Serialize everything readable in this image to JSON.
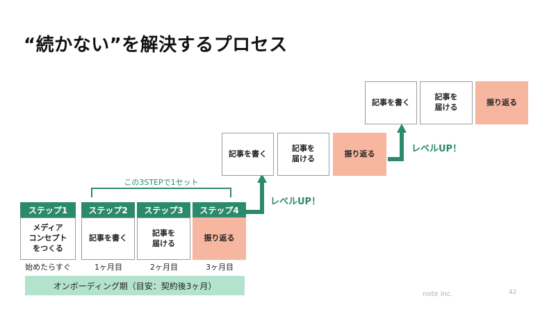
{
  "title": "“続かない”を解決するプロセス",
  "bracket_label": "この3STEPで1セット",
  "steps": [
    {
      "header": "ステップ1",
      "content": "メディア\nコンセプト\nをつくる",
      "time": "始めたらすぐ"
    },
    {
      "header": "ステップ2",
      "content": "記事を書く",
      "time": "1ヶ月目"
    },
    {
      "header": "ステップ3",
      "content": "記事を\n届ける",
      "time": "2ヶ月目"
    },
    {
      "header": "ステップ4",
      "content": "振り返る",
      "time": "3ヶ月目"
    }
  ],
  "level1": {
    "label": "レベルUP！",
    "boxes": [
      {
        "content": "記事を書く"
      },
      {
        "content": "記事を\n届ける"
      },
      {
        "content": "振り返る"
      }
    ]
  },
  "level2": {
    "label": "レベルUP！",
    "boxes": [
      {
        "content": "記事を書く"
      },
      {
        "content": "記事を\n届ける"
      },
      {
        "content": "振り返る"
      }
    ]
  },
  "onboarding_label": "オンボーディング期（目安：契約後3ヶ月）",
  "footer_company": "note inc.",
  "page_number": "42",
  "colors": {
    "accent_green": "#2b8a6b",
    "review_salmon": "#f6b6a0",
    "onboarding_green": "#b3e3cd"
  }
}
